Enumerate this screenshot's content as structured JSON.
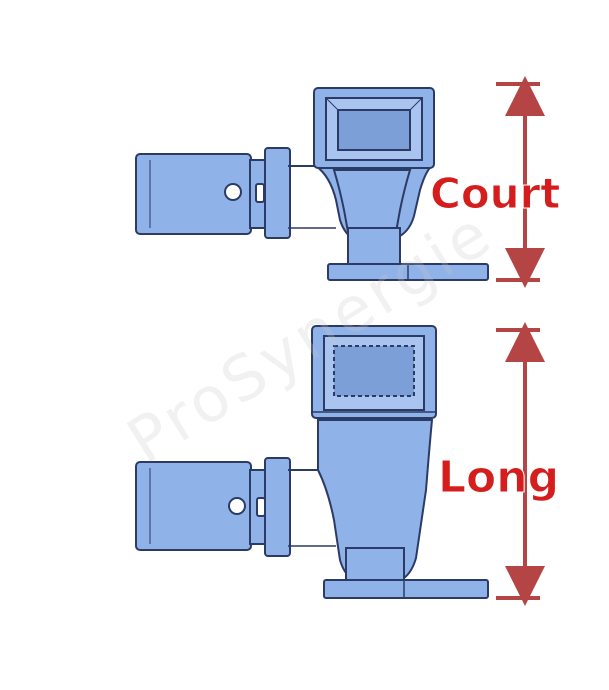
{
  "diagram": {
    "top_fitting": {
      "label": "Court"
    },
    "bottom_fitting": {
      "label": "Long"
    },
    "watermark": "ProSynergie"
  },
  "colors": {
    "fitting_fill": "#8fb2e8",
    "fitting_stroke": "#2c3a66",
    "dimension": "#b54545",
    "label": "#d61d1d"
  }
}
